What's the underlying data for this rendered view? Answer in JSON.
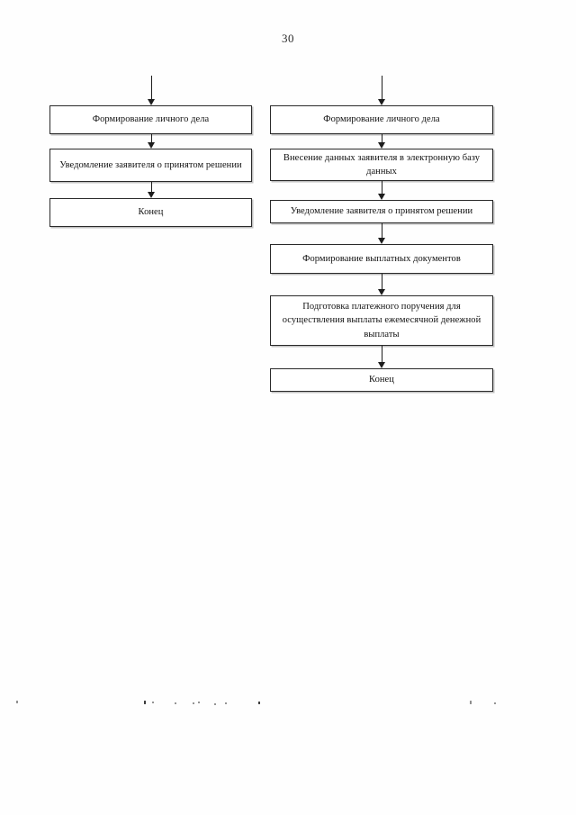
{
  "document": {
    "page_number": "30",
    "type": "flowchart"
  },
  "chart_data": {
    "type": "diagram",
    "title": "",
    "columns": [
      {
        "id": "left-branch",
        "nodes": [
          {
            "id": "l1",
            "label": "Формирование личного дела"
          },
          {
            "id": "l2",
            "label": "Уведомление заявителя о принятом решении"
          },
          {
            "id": "l3",
            "label": "Конец"
          }
        ],
        "connectors": [
          {
            "from": "entry",
            "to": "l1"
          },
          {
            "from": "l1",
            "to": "l2"
          },
          {
            "from": "l2",
            "to": "l3"
          }
        ]
      },
      {
        "id": "right-branch",
        "nodes": [
          {
            "id": "r1",
            "label": "Формирование личного дела"
          },
          {
            "id": "r2",
            "label": "Внесение данных заявителя в электронную базу данных"
          },
          {
            "id": "r3",
            "label": "Уведомление заявителя о принятом решении"
          },
          {
            "id": "r4",
            "label": "Формирование выплатных документов"
          },
          {
            "id": "r5",
            "label": "Подготовка платежного поручения для осуществления выплаты ежемесячной денежной выплаты"
          },
          {
            "id": "r6",
            "label": "Конец"
          }
        ],
        "connectors": [
          {
            "from": "entry",
            "to": "r1"
          },
          {
            "from": "r1",
            "to": "r2"
          },
          {
            "from": "r2",
            "to": "r3"
          },
          {
            "from": "r3",
            "to": "r4"
          },
          {
            "from": "r4",
            "to": "r5"
          },
          {
            "from": "r5",
            "to": "r6"
          }
        ]
      }
    ],
    "colors": {
      "box_border": "#2a2a2a",
      "box_fill": "#ffffff",
      "arrow": "#1d1d1d",
      "text": "#111111",
      "page_background": "#fefefe"
    }
  }
}
